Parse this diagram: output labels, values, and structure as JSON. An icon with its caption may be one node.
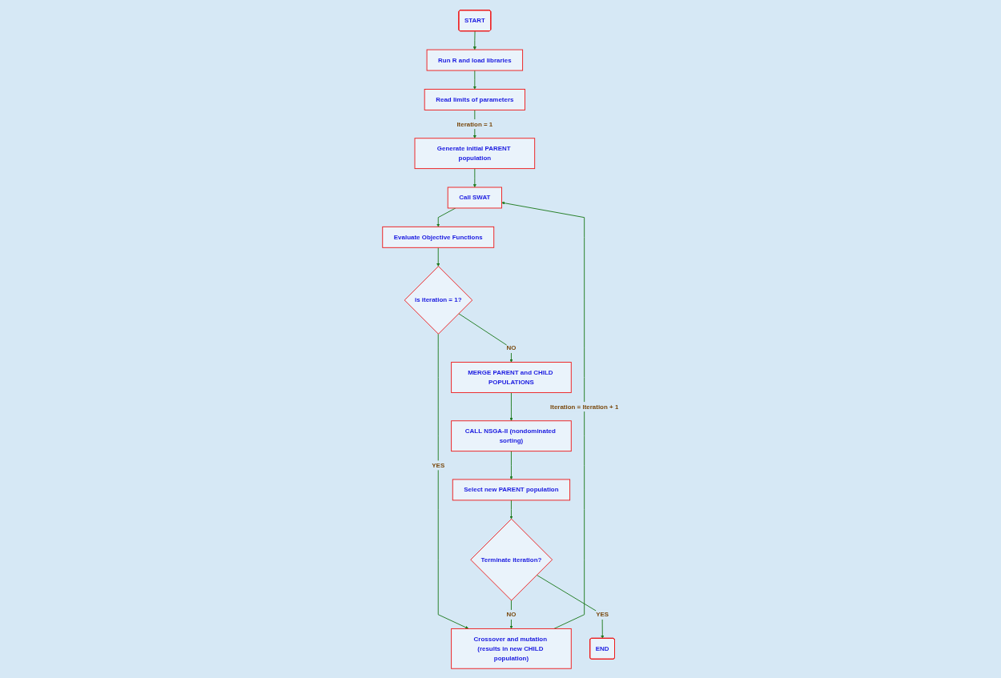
{
  "diagram": {
    "nodes": [
      {
        "text": [
          "START"
        ]
      },
      {
        "text": [
          "Run R and load libraries"
        ]
      },
      {
        "text": [
          "Read limits of parameters"
        ]
      },
      {
        "text": [
          "Generate initial PARENT population"
        ]
      },
      {
        "text": [
          "Call SWAT"
        ]
      },
      {
        "text": [
          "Evaluate Objective Functions"
        ]
      },
      {
        "text": [
          "is iteration = 1?"
        ]
      },
      {
        "text": [
          "Crossover and mutation (results in new CHILD population)"
        ]
      },
      {
        "text": [
          "MERGE PARENT and CHILD POPULATIONS"
        ]
      },
      {
        "text": [
          "CALL NSGA-II (nondominated sorting)"
        ]
      },
      {
        "text": [
          "Select new PARENT population"
        ]
      },
      {
        "text": [
          "Terminate iteration?"
        ]
      },
      {
        "text": [
          "END"
        ]
      }
    ],
    "edges": [
      {
        "from": 0,
        "to": 1,
        "arrow": "to"
      },
      {
        "from": 1,
        "to": 2,
        "arrow": "to"
      },
      {
        "from": 2,
        "to": 3,
        "arrow": "to",
        "label": "Iteration = 1"
      },
      {
        "from": 3,
        "to": 4,
        "arrow": "to"
      },
      {
        "from": 4,
        "to": 5,
        "arrow": "to"
      },
      {
        "from": 5,
        "to": 6,
        "arrow": "to"
      },
      {
        "from": 6,
        "to": 7,
        "arrow": "to",
        "label": "YES"
      },
      {
        "from": 6,
        "to": 8,
        "arrow": "to",
        "label": "NO"
      },
      {
        "from": 8,
        "to": 9,
        "arrow": "to"
      },
      {
        "from": 9,
        "to": 10,
        "arrow": "to"
      },
      {
        "from": 10,
        "to": 11,
        "arrow": "to"
      },
      {
        "from": 11,
        "to": 12,
        "arrow": "to",
        "label": "YES"
      },
      {
        "from": 11,
        "to": 7,
        "arrow": "to",
        "label": "NO"
      },
      {
        "from": 7,
        "to": 4,
        "arrow": "to",
        "label": "Iteration = Iteration + 1"
      }
    ]
  }
}
